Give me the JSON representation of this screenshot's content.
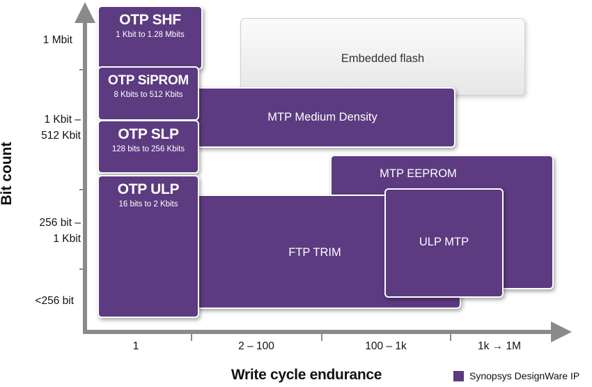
{
  "axes": {
    "x_title": "Write cycle endurance",
    "y_title": "Bit count",
    "y_labels": [
      {
        "line1": "1 Mbit",
        "line2": ""
      },
      {
        "line1": "1 Kbit –",
        "line2": "512 Kbit"
      },
      {
        "line1": "256 bit –",
        "line2": "1 Kbit"
      },
      {
        "line1": "<256 bit",
        "line2": ""
      }
    ],
    "x_labels": [
      "1",
      "2 – 100",
      "100 – 1k",
      "1k → 1M"
    ]
  },
  "boxes": {
    "embedded_flash": "Embedded flash",
    "mtp_medium": "MTP Medium Density",
    "mtp_eeprom": "MTP EEPROM",
    "ftp_trim": "FTP TRIM",
    "ulp_mtp": "ULP MTP",
    "otp_shf": {
      "title": "OTP SHF",
      "range": "1 Kbit to 1.28 Mbits"
    },
    "otp_siprom": {
      "title": "OTP SiPROM",
      "range": "8 Kbits to 512 Kbits"
    },
    "otp_slp": {
      "title": "OTP SLP",
      "range": "128 bits to 256 Kbits"
    },
    "otp_ulp": {
      "title": "OTP ULP",
      "range": "16 bits to 2 Kbits"
    }
  },
  "legend": {
    "label": "Synopsys DesignWare IP",
    "color": "#5c3b80"
  },
  "colors": {
    "accent": "#5c3b80",
    "axis": "#8a8a8a"
  }
}
